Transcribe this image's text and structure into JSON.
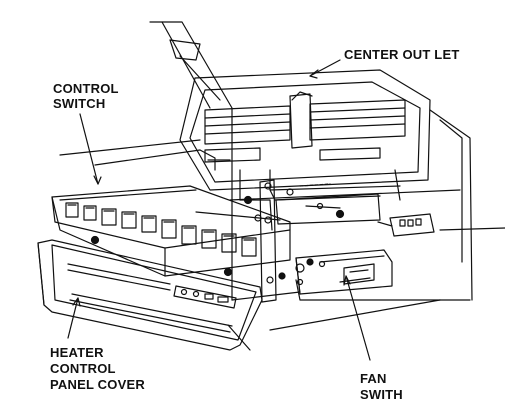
{
  "colors": {
    "ink": "#111111",
    "paper": "#ffffff"
  },
  "labels": {
    "center_outlet": "CENTER OUT LET",
    "control_switch": [
      "CONTROL",
      "SWITCH"
    ],
    "heater_cover": [
      "HEATER",
      "CONTROL",
      "PANEL COVER"
    ],
    "fan_switch": [
      "FAN",
      "SWITH"
    ]
  }
}
